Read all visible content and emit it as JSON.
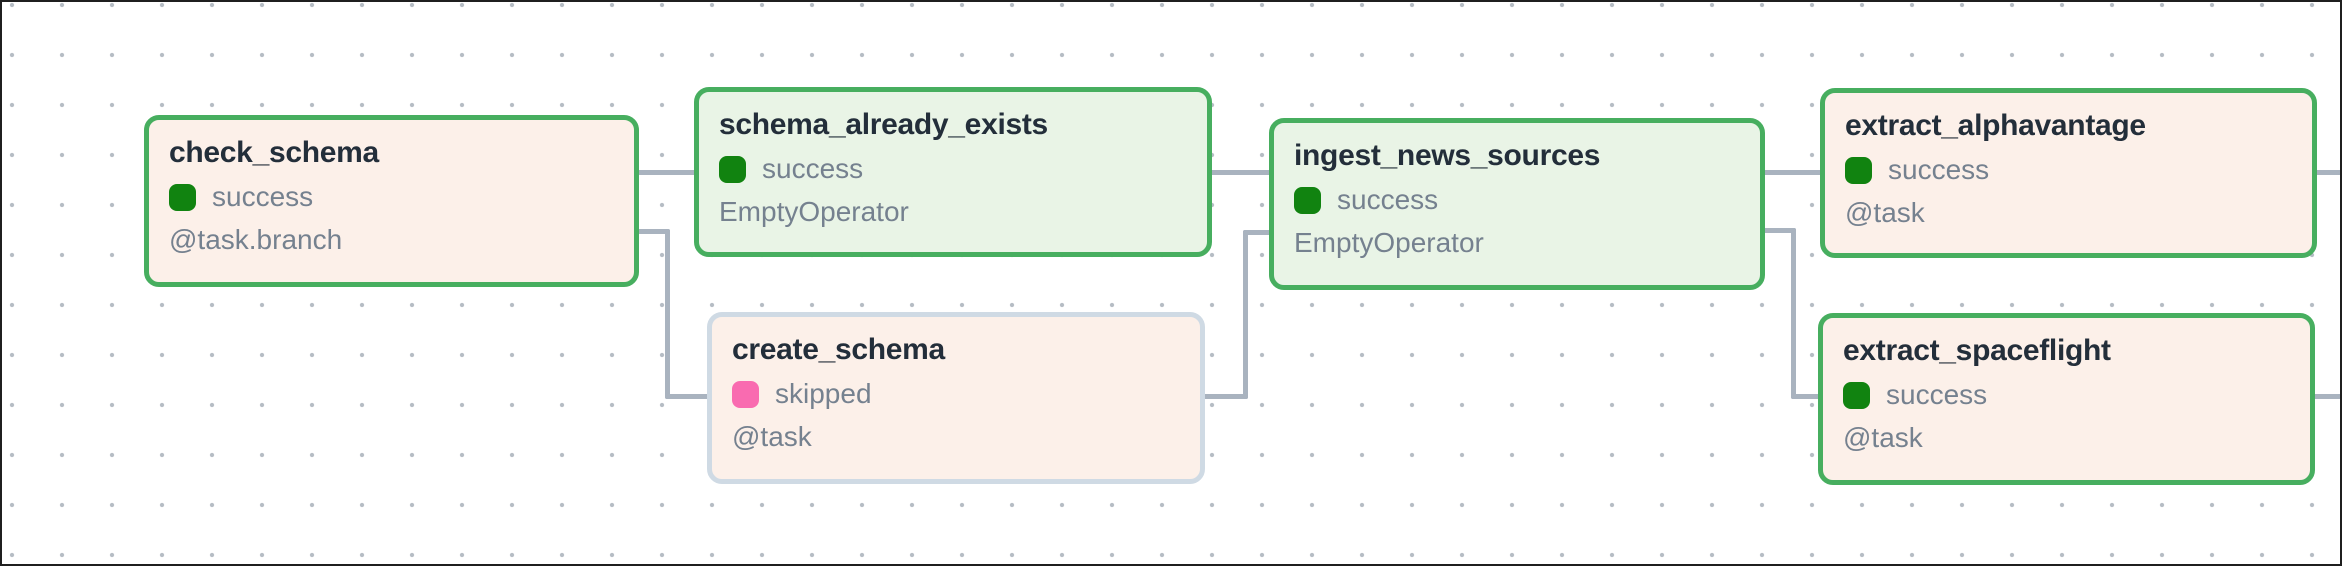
{
  "graph": {
    "nodes": [
      {
        "id": "check_schema",
        "title": "check_schema",
        "status": "success",
        "operator": "@task.branch",
        "fill": "peach",
        "border": "green",
        "status_color": "#118310"
      },
      {
        "id": "schema_already_exists",
        "title": "schema_already_exists",
        "status": "success",
        "operator": "EmptyOperator",
        "fill": "green",
        "border": "green",
        "status_color": "#118310"
      },
      {
        "id": "create_schema",
        "title": "create_schema",
        "status": "skipped",
        "operator": "@task",
        "fill": "peach",
        "border": "muted",
        "status_color": "#f96bb0"
      },
      {
        "id": "ingest_news_sources",
        "title": "ingest_news_sources",
        "status": "success",
        "operator": "EmptyOperator",
        "fill": "green",
        "border": "green",
        "status_color": "#118310"
      },
      {
        "id": "extract_alphavantage",
        "title": "extract_alphavantage",
        "status": "success",
        "operator": "@task",
        "fill": "peach",
        "border": "green",
        "status_color": "#118310"
      },
      {
        "id": "extract_spaceflight",
        "title": "extract_spaceflight",
        "status": "success",
        "operator": "@task",
        "fill": "peach",
        "border": "green",
        "status_color": "#118310"
      }
    ],
    "edges": [
      {
        "from": "check_schema",
        "to": "schema_already_exists"
      },
      {
        "from": "check_schema",
        "to": "create_schema"
      },
      {
        "from": "schema_already_exists",
        "to": "ingest_news_sources"
      },
      {
        "from": "create_schema",
        "to": "ingest_news_sources"
      },
      {
        "from": "ingest_news_sources",
        "to": "extract_alphavantage"
      },
      {
        "from": "ingest_news_sources",
        "to": "extract_spaceflight"
      },
      {
        "from": "extract_alphavantage",
        "to": "continues-offscreen-right"
      },
      {
        "from": "extract_spaceflight",
        "to": "continues-offscreen-right"
      }
    ]
  },
  "colors": {
    "node_border_green": "#47ae5f",
    "node_border_muted": "#cfdae4",
    "node_fill_peach": "#fcf0e9",
    "node_fill_green": "#e9f4e6",
    "status_success": "#118310",
    "status_skipped": "#f96bb0",
    "edge": "#a9b3bf",
    "title_text": "#232e3a",
    "secondary_text": "#75818f",
    "grid_dot": "#b5bcc4",
    "frame_border": "#1f1f1f"
  }
}
